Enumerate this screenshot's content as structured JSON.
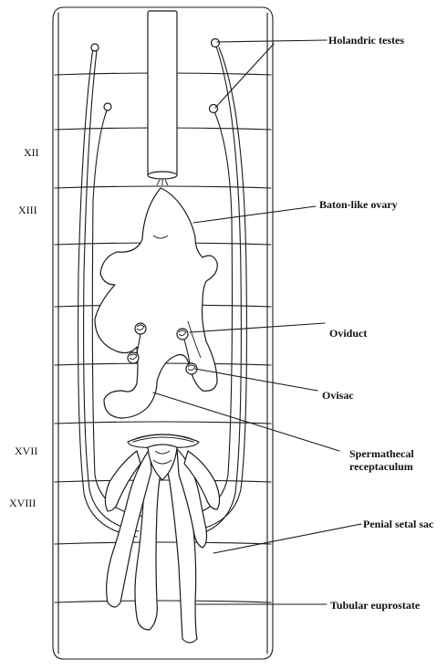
{
  "segments": {
    "xii": "XII",
    "xiii": "XIII",
    "xvii": "XVII",
    "xviii": "XVIII"
  },
  "labels": {
    "holandric_testes": "Holandric testes",
    "baton_like_ovary": "Baton-like ovary",
    "oviduct": "Oviduct",
    "ovisac": "Ovisac",
    "spermathecal_line1": "Spermathecal",
    "spermathecal_line2": "receptaculum",
    "penial_setal_sac": "Penial setal sac",
    "tubular_euprostate": "Tubular euprostate"
  }
}
